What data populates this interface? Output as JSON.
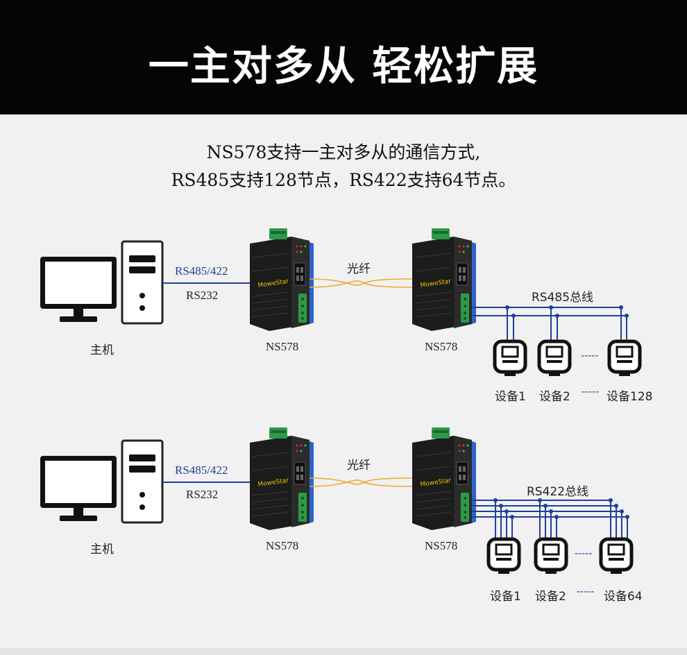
{
  "banner": {
    "title": "一主对多从  轻松扩展"
  },
  "intro": {
    "line1": "NS578支持一主对多从的通信方式,",
    "line2": "RS485支持128节点，RS422支持64节点。"
  },
  "colors": {
    "banner_bg": "#050505",
    "page_bg": "#f1f1f1",
    "link_blue": "#1f3f9a",
    "fiber_orange": "#f0a830"
  },
  "diagrams": [
    {
      "host_label": "主机",
      "link_label_top": "RS485/422",
      "link_label_bottom": "RS232",
      "fiber_label": "光纤",
      "converter_left_label": "NS578",
      "converter_right_label": "NS578",
      "converter_brand": "MoweStar",
      "bus_label": "RS485总线",
      "devices": [
        "设备1",
        "设备2",
        "设备128"
      ],
      "ellipsis": "-----"
    },
    {
      "host_label": "主机",
      "link_label_top": "RS485/422",
      "link_label_bottom": "RS232",
      "fiber_label": "光纤",
      "converter_left_label": "NS578",
      "converter_right_label": "NS578",
      "converter_brand": "MoweStar",
      "bus_label": "RS422总线",
      "devices": [
        "设备1",
        "设备2",
        "设备64"
      ],
      "ellipsis": "-----"
    }
  ]
}
